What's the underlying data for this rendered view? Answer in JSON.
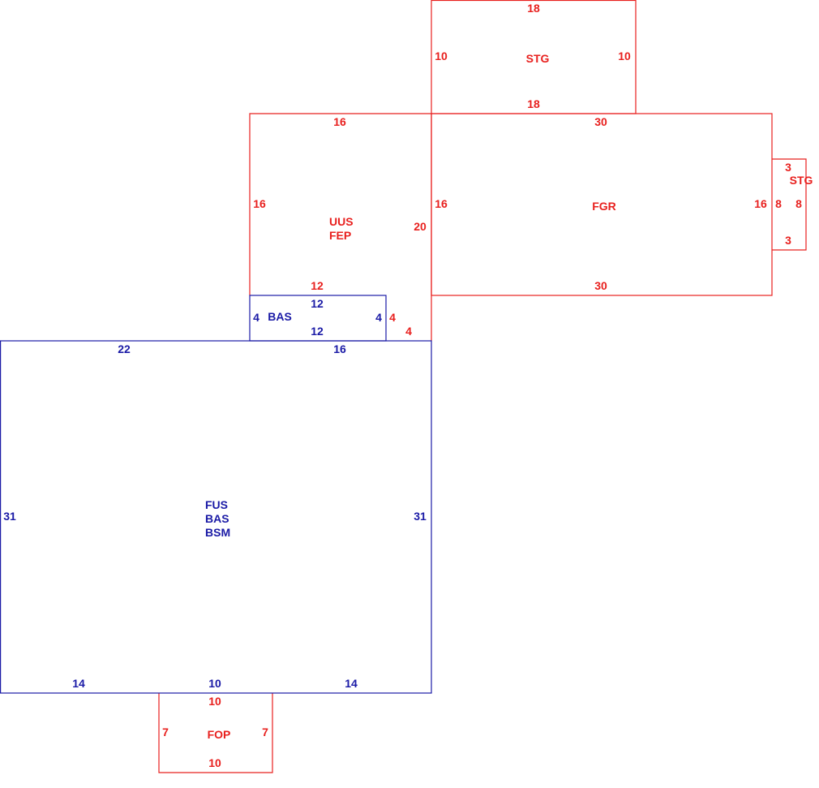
{
  "colors": {
    "red": "#e8201e",
    "blue": "#1a1aa6"
  },
  "stg_top": {
    "code": "STG",
    "top": "18",
    "bottom": "18",
    "left": "10",
    "right": "10"
  },
  "uus_fep": {
    "codes": [
      "UUS",
      "FEP"
    ],
    "top": "16",
    "left": "16",
    "right": "20",
    "bottom": "12"
  },
  "fgr": {
    "code": "FGR",
    "top": "30",
    "bottom": "30",
    "left": "16",
    "right": "16"
  },
  "stg_small": {
    "code": "STG",
    "top": "3",
    "bottom": "3",
    "left": "8",
    "right": "8"
  },
  "bas_small": {
    "code": "BAS",
    "top": "12",
    "bottom": "12",
    "left": "4",
    "right": "4"
  },
  "step": {
    "right_side": "4",
    "bottom": "4"
  },
  "main": {
    "codes": [
      "FUS",
      "BAS",
      "BSM"
    ],
    "top_left": "22",
    "top_right": "16",
    "left": "31",
    "right": "31",
    "bottom_left": "14",
    "bottom_mid": "10",
    "bottom_right": "14"
  },
  "fop": {
    "code": "FOP",
    "top": "10",
    "bottom": "10",
    "left": "7",
    "right": "7"
  }
}
